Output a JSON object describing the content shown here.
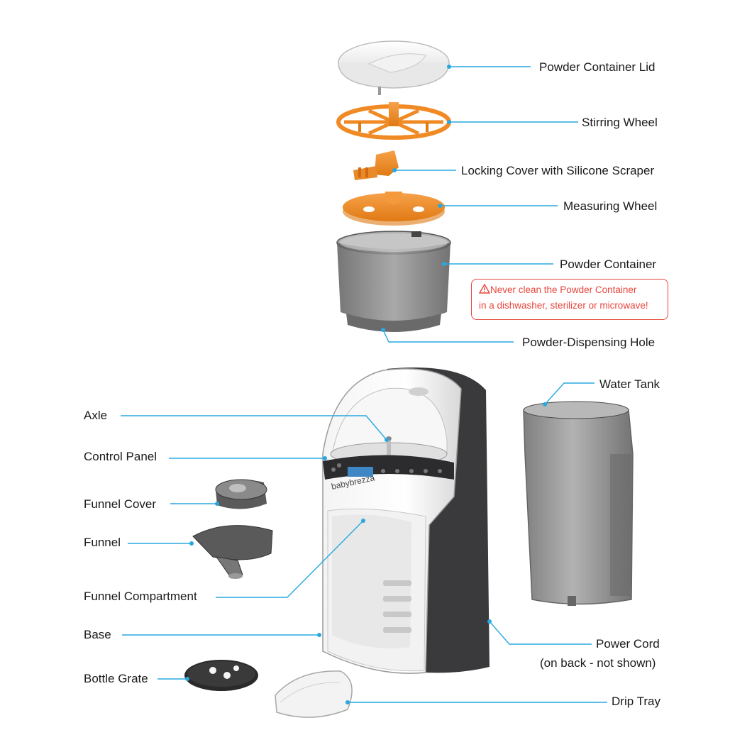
{
  "labels": {
    "powder_container_lid": "Powder Container Lid",
    "stirring_wheel": "Stirring Wheel",
    "locking_cover": "Locking Cover with Silicone Scraper",
    "measuring_wheel": "Measuring Wheel",
    "powder_container": "Powder Container",
    "powder_dispensing_hole": "Powder-Dispensing Hole",
    "water_tank": "Water Tank",
    "axle": "Axle",
    "control_panel": "Control Panel",
    "funnel_cover": "Funnel Cover",
    "funnel": "Funnel",
    "funnel_compartment": "Funnel Compartment",
    "base": "Base",
    "power_cord": "Power Cord",
    "power_cord_note": "(on back - not shown)",
    "bottle_grate": "Bottle Grate",
    "drip_tray": "Drip Tray"
  },
  "warning": {
    "icon": "warning-triangle-icon",
    "line1": "Never clean the Powder Container",
    "line2": "in a dishwasher, sterilizer or microwave!"
  },
  "brand": {
    "logo_text": "babybrezza"
  },
  "colors": {
    "leader": "#29a8e0",
    "orange": "#f08a24",
    "warning": "#e8453c",
    "machine_dark": "#3a3a3c"
  }
}
